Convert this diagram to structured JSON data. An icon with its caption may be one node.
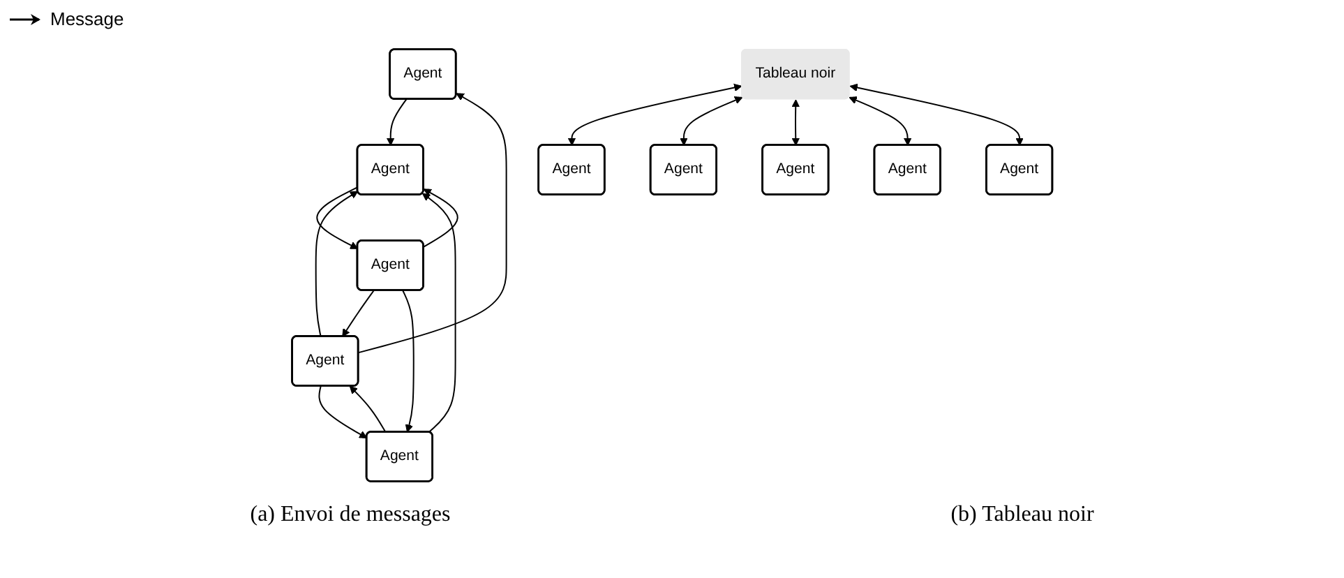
{
  "diagram": {
    "nodes": [
      {
        "text": [
          "Agent"
        ]
      },
      {
        "text": [
          "Agent"
        ]
      },
      {
        "text": [
          "Agent"
        ]
      },
      {
        "text": [
          "Agent"
        ]
      },
      {
        "text": [
          "Agent"
        ]
      },
      {
        "text": [
          "Tableau noir"
        ]
      },
      {
        "text": [
          "Agent"
        ]
      },
      {
        "text": [
          "Agent"
        ]
      },
      {
        "text": [
          "Agent"
        ]
      },
      {
        "text": [
          "Agent"
        ]
      },
      {
        "text": [
          "Agent"
        ]
      }
    ],
    "edges": [
      {
        "from": 1,
        "to": 0,
        "arrow": "to"
      },
      {
        "from": 0,
        "to": 2,
        "arrow": "to"
      },
      {
        "from": 1,
        "to": 2,
        "arrow": "to"
      },
      {
        "from": 4,
        "to": 1,
        "arrow": "to"
      },
      {
        "from": 3,
        "to": 2,
        "arrow": "to"
      },
      {
        "from": 1,
        "to": 3,
        "arrow": "to"
      },
      {
        "from": 3,
        "to": 1,
        "arrow": "to"
      },
      {
        "from": 2,
        "to": 4,
        "arrow": "to"
      },
      {
        "from": 4,
        "to": 2,
        "arrow": "to"
      },
      {
        "from": 4,
        "to": 3,
        "arrow": "to"
      },
      {
        "from": 5,
        "to": 6,
        "arrow": "both"
      },
      {
        "from": 5,
        "to": 7,
        "arrow": "both"
      },
      {
        "from": 5,
        "to": 8,
        "arrow": "both"
      },
      {
        "from": 5,
        "to": 9,
        "arrow": "both"
      },
      {
        "from": 5,
        "to": 10,
        "arrow": "both"
      }
    ],
    "labels": [
      "(a) Envoi de messages",
      "(b) Tableau noir"
    ],
    "legend": [
      {
        "text": "Message"
      }
    ]
  }
}
